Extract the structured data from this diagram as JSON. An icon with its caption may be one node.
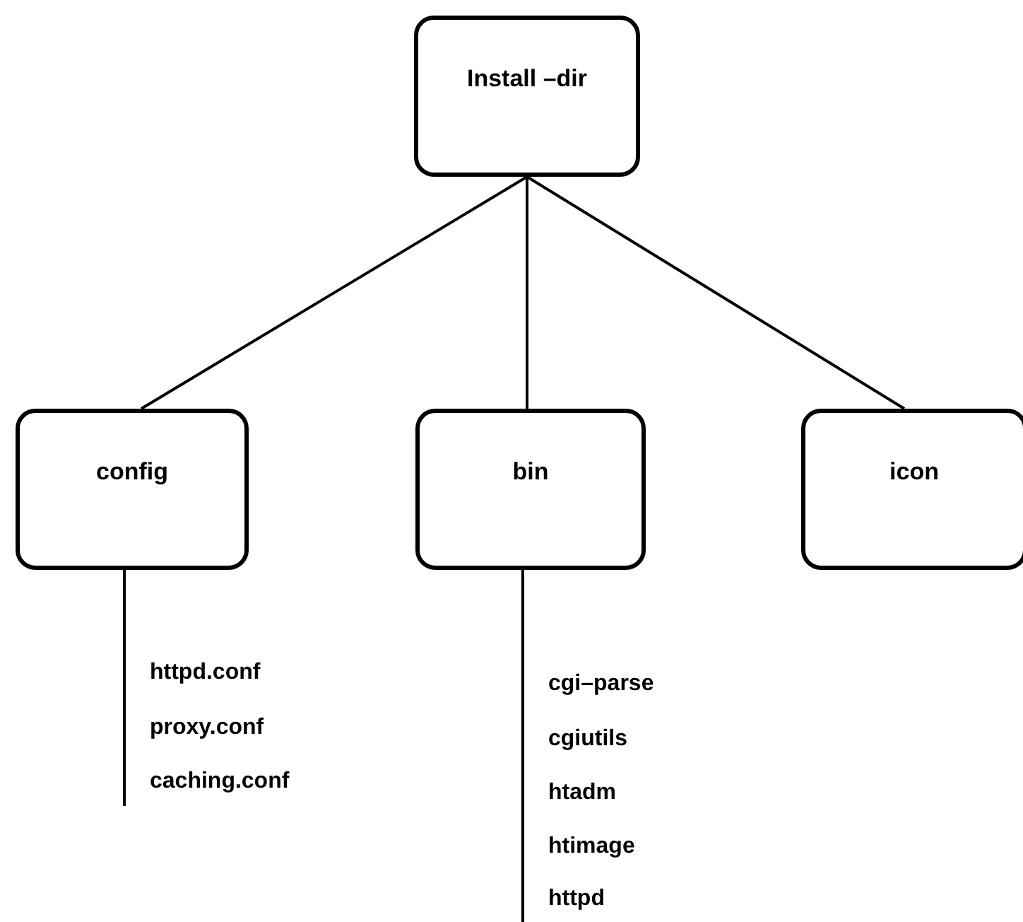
{
  "diagram": {
    "nodes": [
      {
        "text": [
          "Install –dir"
        ]
      },
      {
        "text": [
          "config"
        ]
      },
      {
        "text": [
          "bin"
        ]
      },
      {
        "text": [
          "icon"
        ]
      }
    ],
    "edges": [
      {
        "from": 0,
        "to": 1,
        "arrow": "none"
      },
      {
        "from": 0,
        "to": 2,
        "arrow": "none"
      },
      {
        "from": 0,
        "to": 3,
        "arrow": "none"
      },
      {
        "from": 1,
        "to": null,
        "arrow": "none"
      },
      {
        "from": 2,
        "to": null,
        "arrow": "none"
      }
    ],
    "labels": [
      "httpd.conf",
      "proxy.conf",
      "caching.conf",
      "cgi–parse",
      "cgiutils",
      "htadm",
      "htimage",
      "httpd"
    ]
  }
}
